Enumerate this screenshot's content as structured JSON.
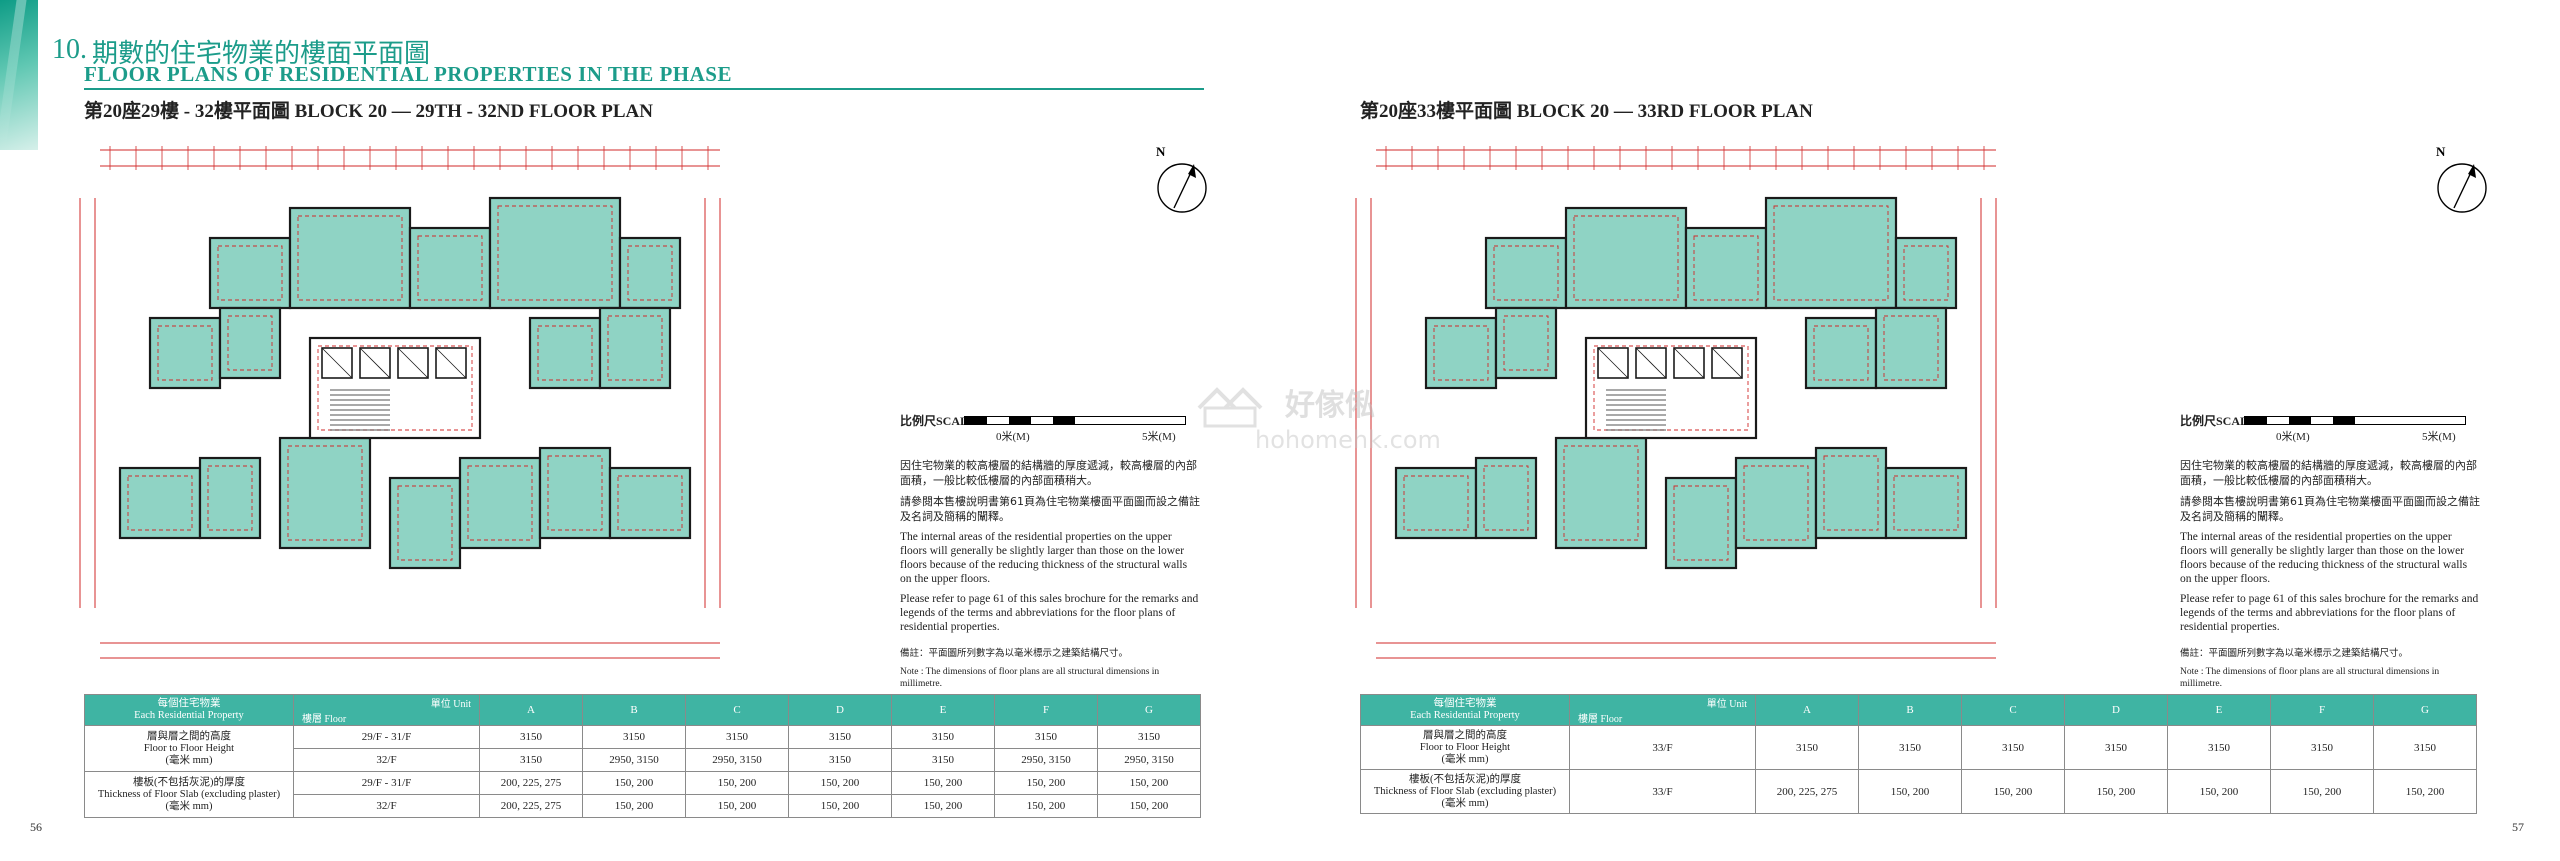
{
  "section": {
    "number": "10.",
    "title_zh": "期數的住宅物業的樓面平面圖",
    "title_en": "FLOOR PLANS OF RESIDENTIAL PROPERTIES IN THE PHASE"
  },
  "left_page": {
    "plan_title": "第20座29樓 - 32樓平面圖  BLOCK 20 — 29TH - 32ND FLOOR PLAN",
    "page_number": "56",
    "scale_label": "比例尺SCALE:",
    "scale_0": "0米(M)",
    "scale_5": "5米(M)",
    "note_zh_1": "因住宅物業的較高樓層的結構牆的厚度遞減，較高樓層的內部面積，一般比較低樓層的內部面積稍大。",
    "note_zh_2": "請參閱本售樓說明書第61頁為住宅物業樓面平面圖而設之備註及名詞及簡稱的闡釋。",
    "note_en_1": "The internal areas of the residential properties on the upper floors will generally be slightly larger than those on the lower floors because of the reducing thickness of the structural walls on the upper floors.",
    "note_en_2": "Please refer to page 61 of this sales brochure for the remarks and legends of the terms and abbreviations for the floor plans of residential properties.",
    "note_zh_3": "備註：平面圖所列數字為以毫米標示之建築結構尺寸。",
    "note_en_3": "Note : The dimensions of floor plans are all structural dimensions in millimetre.",
    "table": {
      "head_property_zh": "每個住宅物業",
      "head_property_en": "Each Residential Property",
      "head_unit": "單位 Unit",
      "head_floor": "樓層 Floor",
      "units": [
        "A",
        "B",
        "C",
        "D",
        "E",
        "F",
        "G"
      ],
      "row1_label_zh": "層與層之間的高度",
      "row1_label_en": "Floor to Floor Height",
      "row1_label_unit": "(毫米 mm)",
      "row2_label_zh": "樓板(不包括灰泥)的厚度",
      "row2_label_en": "Thickness of Floor Slab (excluding plaster)",
      "row2_label_unit": "(毫米 mm)",
      "rows": [
        {
          "floor": "29/F - 31/F",
          "values": [
            "3150",
            "3150",
            "3150",
            "3150",
            "3150",
            "3150",
            "3150"
          ]
        },
        {
          "floor": "32/F",
          "values": [
            "3150",
            "2950, 3150",
            "2950, 3150",
            "3150",
            "3150",
            "2950, 3150",
            "2950, 3150"
          ]
        },
        {
          "floor": "29/F - 31/F",
          "values": [
            "200, 225, 275",
            "150, 200",
            "150, 200",
            "150, 200",
            "150, 200",
            "150, 200",
            "150, 200"
          ]
        },
        {
          "floor": "32/F",
          "values": [
            "200, 225, 275",
            "150, 200",
            "150, 200",
            "150, 200",
            "150, 200",
            "150, 200",
            "150, 200"
          ]
        }
      ]
    }
  },
  "right_page": {
    "plan_title": "第20座33樓平面圖  BLOCK 20 — 33RD FLOOR PLAN",
    "page_number": "57",
    "table": {
      "rows": [
        {
          "floor": "33/F",
          "values": [
            "3150",
            "3150",
            "3150",
            "3150",
            "3150",
            "3150",
            "3150"
          ]
        },
        {
          "floor": "33/F",
          "values": [
            "200, 225, 275",
            "150, 200",
            "150, 200",
            "150, 200",
            "150, 200",
            "150, 200",
            "150, 200"
          ]
        }
      ]
    }
  },
  "watermark": {
    "brand_zh": "好傢俬",
    "brand_url": "hohomehk.com"
  },
  "colors": {
    "accent": "#1c9c8a",
    "table_head": "#3fb4a3",
    "room_fill": "#8fd3c4",
    "dimension": "#d12a2a"
  }
}
